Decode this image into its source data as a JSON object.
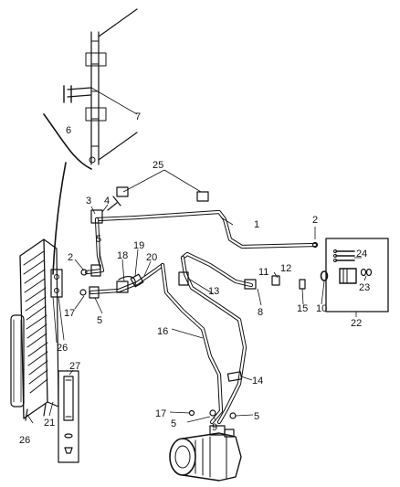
{
  "callouts": {
    "c1": "1",
    "c2a": "2",
    "c2b": "2",
    "c3": "3",
    "c4": "4",
    "c5a": "5",
    "c5b": "5",
    "c5c": "5",
    "c5d": "5",
    "c6": "6",
    "c7": "7",
    "c8": "8",
    "c9": "9",
    "c10": "10",
    "c11": "11",
    "c12": "12",
    "c13": "13",
    "c14": "14",
    "c15": "15",
    "c16": "16",
    "c17a": "17",
    "c17b": "17",
    "c18": "18",
    "c19": "19",
    "c20": "20",
    "c21": "21",
    "c22": "22",
    "c23": "23",
    "c24": "24",
    "c25": "25",
    "c26a": "26",
    "c26b": "26",
    "c27": "27"
  },
  "icons": {
    "condenser": "condenser-icon",
    "compressor": "compressor-icon",
    "receiver_drier": "receiver-drier-icon",
    "service_kit": "service-kit-icon"
  }
}
